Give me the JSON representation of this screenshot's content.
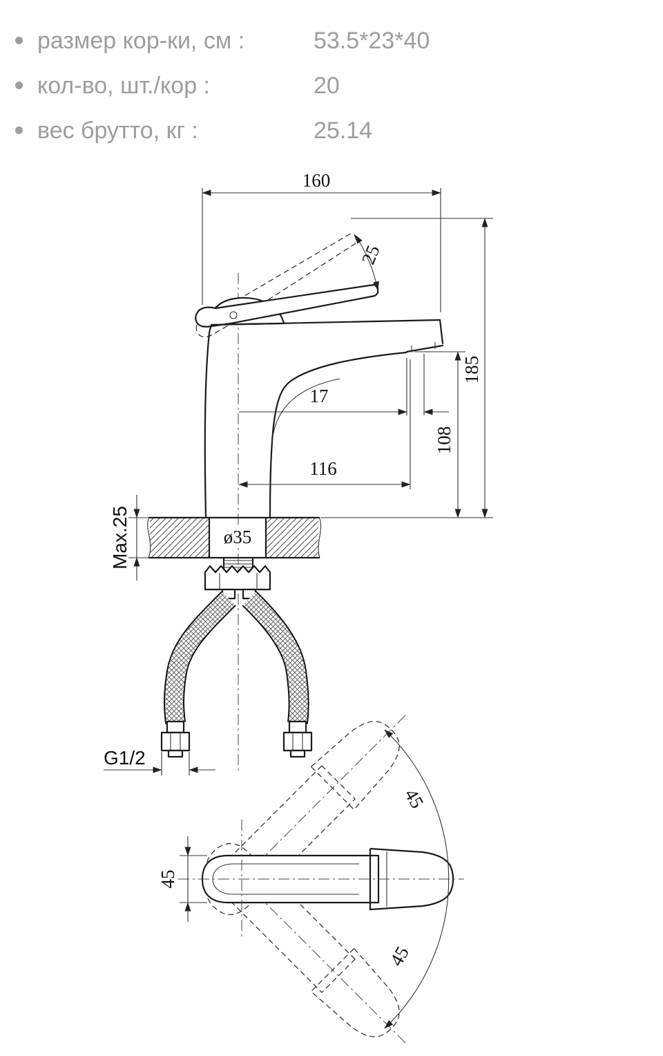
{
  "colors": {
    "muted_text": "#9d9d9d",
    "ink": "#1a1a1a"
  },
  "specs": {
    "items": [
      {
        "label": "размер кор-ки, см :",
        "value": "53.5*23*40"
      },
      {
        "label": "кол-во, шт./кор :",
        "value": "20"
      },
      {
        "label": "вес брутто, кг :",
        "value": "25.14"
      }
    ]
  },
  "drawing": {
    "dims": {
      "overall_width": "160",
      "handle_lift_angle": "25",
      "overall_height": "185",
      "outlet_offset": "17",
      "spout_height": "108",
      "spout_reach": "116",
      "deck_thickness": "Max.25",
      "hole_diameter": "ø35",
      "thread_size": "G1/2"
    },
    "top_view": {
      "handle_width": "45",
      "swing_upper": "45",
      "swing_lower": "45"
    }
  }
}
